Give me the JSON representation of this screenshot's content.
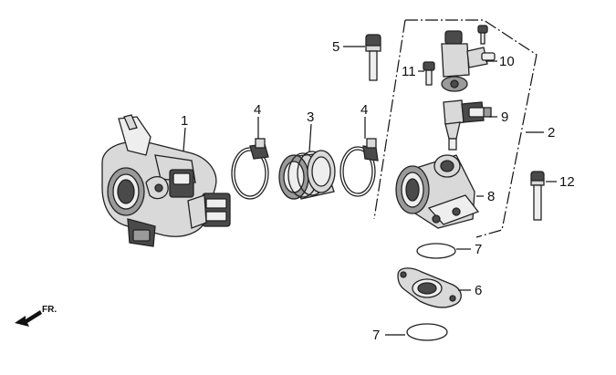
{
  "callouts": {
    "c1": "1",
    "c2": "2",
    "c3": "3",
    "c4a": "4",
    "c4b": "4",
    "c5": "5",
    "c6": "6",
    "c7a": "7",
    "c7b": "7",
    "c8": "8",
    "c9": "9",
    "c10": "10",
    "c11": "11",
    "c12": "12"
  },
  "direction": {
    "label": "FR."
  }
}
